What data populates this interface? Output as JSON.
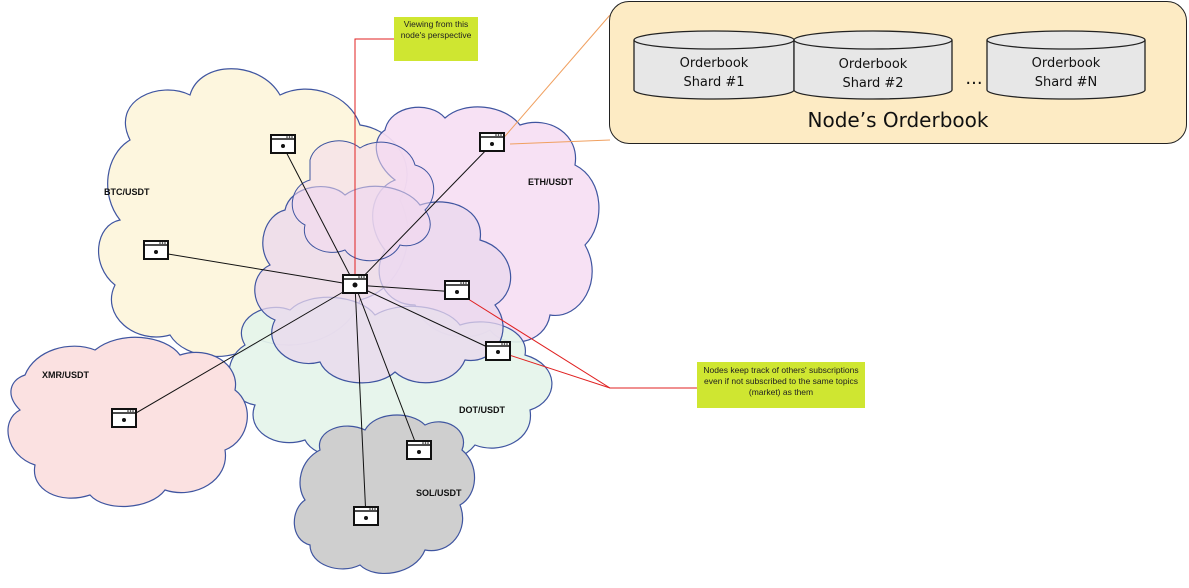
{
  "notes": {
    "viewing": "Viewing from this node's perspective",
    "tracking": "Nodes keep track of others' subscriptions even if not subscribed to the same topics (market) as them"
  },
  "clouds": {
    "btc": "BTC/USDT",
    "eth": "ETH/USDT",
    "xmr": "XMR/USDT",
    "dot": "DOT/USDT",
    "sol": "SOL/USDT"
  },
  "orderbook": {
    "title": "Node’s Orderbook",
    "shards": [
      {
        "line1": "Orderbook",
        "line2": "Shard #1"
      },
      {
        "line1": "Orderbook",
        "line2": "Shard #2"
      },
      {
        "line1": "Orderbook",
        "line2": "Shard #N"
      }
    ],
    "ellipsis": "..."
  },
  "colors": {
    "btc_cloud": "#fdf6dc",
    "eth_cloud": "#f6def3",
    "xmr_cloud": "#fbe1e1",
    "dot_cloud": "#e5f4ea",
    "sol_cloud": "#cfcfcf",
    "center_cloud": "#e9d7ee",
    "cloud_outline": "#3f55a0",
    "note": "#cfe631",
    "panel": "#fdebc4",
    "red_line": "#e02020",
    "orange_line": "#f0a060"
  }
}
